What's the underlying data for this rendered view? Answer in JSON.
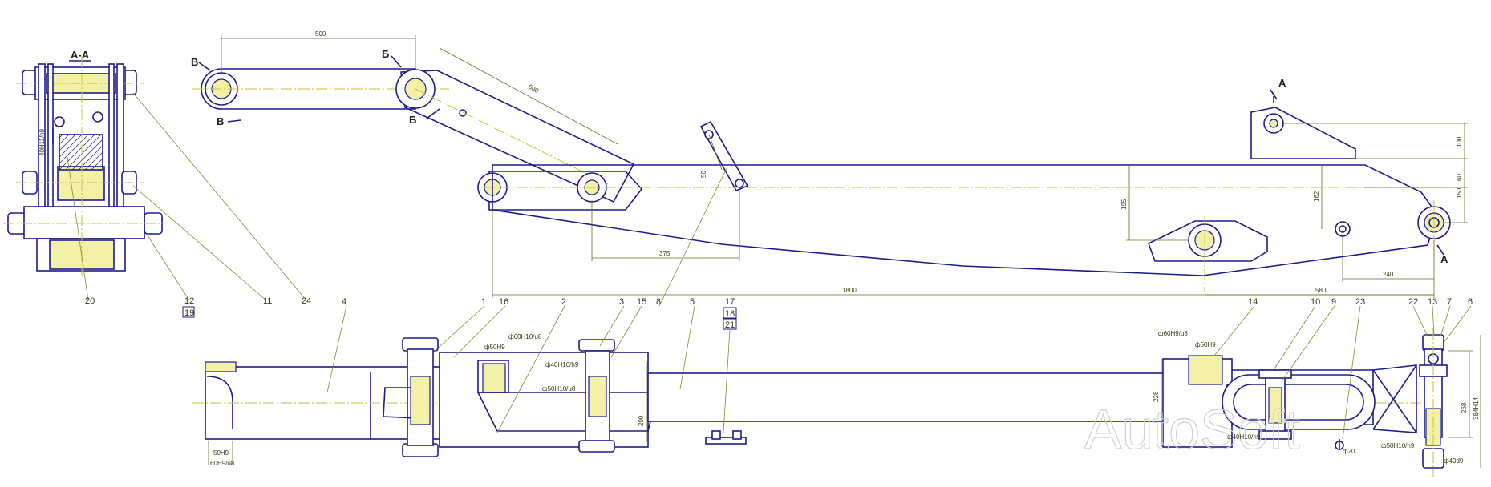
{
  "section_views": {
    "aa_title": "А-А",
    "marks": {
      "b_upper": "Б",
      "b_lower": "Б",
      "v_upper": "В",
      "v_lower": "В",
      "a_upper": "А",
      "a_lower": "А"
    }
  },
  "dimensions": {
    "d500_top": "500",
    "d500_diag": "500",
    "d50": "50",
    "d375": "375",
    "d1800": "1800",
    "d195": "195",
    "d162": "162",
    "d100": "100",
    "d60": "60",
    "d150": "150",
    "d580": "580",
    "d240": "240",
    "d40_aa": "40Н11/h9",
    "f50_left": "50Н9",
    "f60_left": "60Н9/u8",
    "f50_2": "ф50Н9",
    "f60_2": "ф60Н10/u8",
    "f40_2": "ф40Н10/h9",
    "f50_3": "ф50Н10/u8",
    "d200": "200",
    "f60_right": "ф60Н9/u8",
    "f50_right": "ф50Н9",
    "d228": "228",
    "f40_right": "ф40Н10/h9",
    "f20": "ф20",
    "f50_far": "ф50Н10/h9",
    "f40_far": "ф40d9",
    "d268": "268",
    "d384": "384Н14"
  },
  "positions": {
    "p1": "1",
    "p2": "2",
    "p3": "3",
    "p4": "4",
    "p5": "5",
    "p6": "6",
    "p7": "7",
    "p8": "8",
    "p9": "9",
    "p10": "10",
    "p11": "11",
    "p12": "12",
    "p13": "13",
    "p14": "14",
    "p15": "15",
    "p16": "16",
    "p17": "17",
    "p18": "18",
    "p19": "19",
    "p20": "20",
    "p21": "21",
    "p22": "22",
    "p23": "23",
    "p24": "24"
  },
  "watermark": "AutoSoft"
}
